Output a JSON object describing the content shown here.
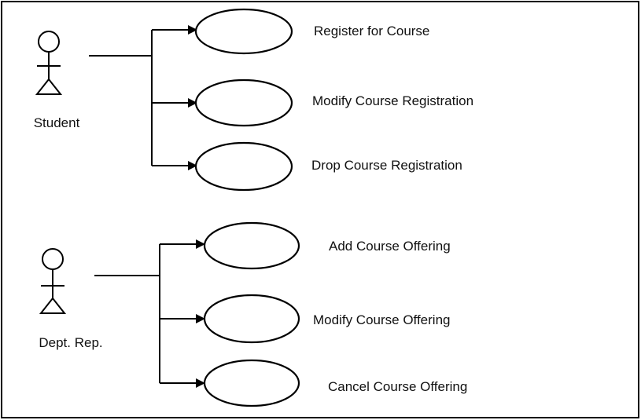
{
  "diagram": {
    "actors": [
      {
        "name": "Student",
        "use_cases": [
          "Register for Course",
          "Modify Course Registration",
          "Drop Course Registration"
        ]
      },
      {
        "name": "Dept. Rep.",
        "use_cases": [
          "Add Course Offering",
          "Modify Course Offering",
          "Cancel Course Offering"
        ]
      }
    ]
  }
}
